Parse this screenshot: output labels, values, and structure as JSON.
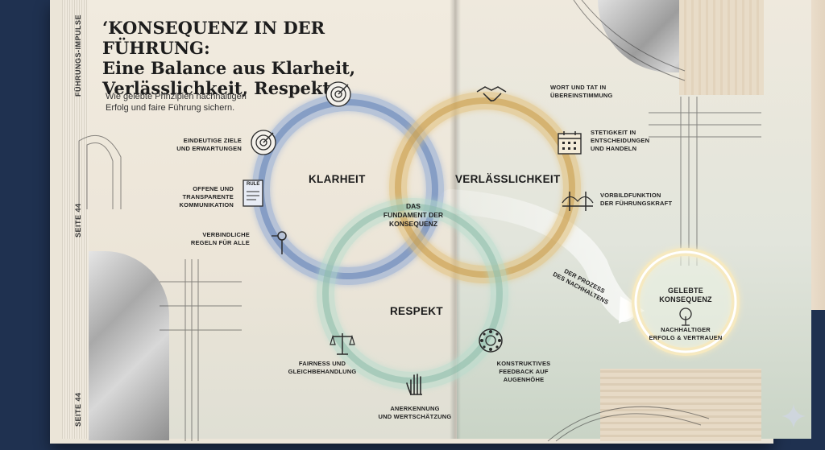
{
  "side": {
    "section": "FÜHRUNGS-IMPULSE",
    "page_top": "SEITE 44",
    "page_bottom": "SEITE 44"
  },
  "title": {
    "line1": "‘KONSEQUENZ IN DER FÜHRUNG:",
    "line2": "Eine Balance aus Klarheit,",
    "line3": "Verlässlichkeit, Respekt"
  },
  "subtitle": {
    "line1": "Wie gelebte Prinzipien nachhaltigen",
    "line2": "Erfolg und faire Führung sichern."
  },
  "rings": {
    "klarheit": "KLARHEIT",
    "verlaesslichkeit": "VERLÄSSLICHKEIT",
    "respekt": "RESPEKT",
    "center": {
      "line1": "DAS",
      "line2": "FUNDAMENT DER",
      "line3": "KONSEQUENZ"
    }
  },
  "klarheit_items": [
    {
      "line1": "EINDEUTIGE ZIELE",
      "line2": "UND ERWARTUNGEN",
      "icon": "target-icon"
    },
    {
      "line1": "OFFENE UND",
      "line2": "TRANSPARENTE",
      "line3": "KOMMUNIKATION",
      "icon": "rule-document-icon",
      "icon_text": "RULE"
    },
    {
      "line1": "VERBINDLICHE",
      "line2": "REGELN FÜR ALLE",
      "icon": "pin-icon"
    }
  ],
  "verlaesslichkeit_items": [
    {
      "line1": "WORT UND TAT IN",
      "line2": "ÜBEREINSTIMMUNG",
      "icon": "handshake-icon"
    },
    {
      "line1": "STETIGKEIT IN",
      "line2": "ENTSCHEIDUNGEN",
      "line3": "UND HANDELN",
      "icon": "calendar-icon"
    },
    {
      "line1": "VORBILDFUNKTION",
      "line2": "DER FÜHRUNGSKRAFT",
      "icon": "bridge-icon"
    }
  ],
  "respekt_items": [
    {
      "line1": "FAIRNESS UND",
      "line2": "GLEICHBEHANDLUNG",
      "icon": "scale-icon"
    },
    {
      "line1": "ANERKENNUNG",
      "line2": "UND WERTSCHÄTZUNG",
      "icon": "hand-icon"
    },
    {
      "line1": "KONSTRUKTIVES",
      "line2": "FEEDBACK AUF",
      "line3": "AUGENHÖHE",
      "icon": "feedback-circle-icon"
    }
  ],
  "process": {
    "line1": "DER PROZESS",
    "line2": "DES NACHHALTENS"
  },
  "outcome": {
    "title1": "GELEBTE",
    "title2": "KONSEQUENZ",
    "sub1": "NACHHALTIGER",
    "sub2": "ERFOLG & VERTRAUEN",
    "icon": "tree-icon"
  },
  "colors": {
    "klarheit": "#6f8fc7",
    "verlaesslichkeit": "#d7b06a",
    "respekt": "#9fc9b7",
    "background": "#1f3150"
  }
}
